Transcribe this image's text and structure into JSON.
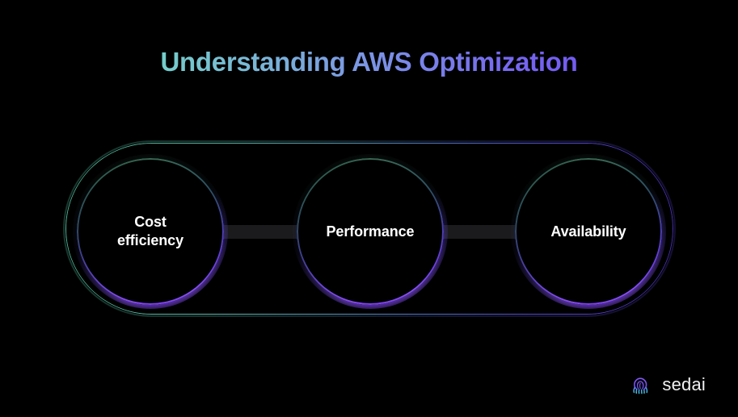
{
  "background_color": "#000000",
  "title": {
    "text": "Understanding AWS Optimization",
    "gradient_start": "#6fdcbb",
    "gradient_end": "#6d4bf2"
  },
  "diagram": {
    "container_shape": "pill",
    "container_border_gradient_start": "#55c6a3",
    "container_border_gradient_end": "#5b3fd8",
    "node_ring_accent": "#7b3ff0",
    "node_ring_secondary": "#3a6a55",
    "connector_color": "#1b1b1d",
    "nodes": [
      {
        "label": "Cost\nefficiency"
      },
      {
        "label": "Performance"
      },
      {
        "label": "Availability"
      }
    ],
    "connectors": [
      {
        "from": "Cost efficiency",
        "to": "Performance"
      },
      {
        "from": "Performance",
        "to": "Availability"
      }
    ]
  },
  "brand": {
    "name": "sedai",
    "mark_color_top": "#7b4ff0",
    "mark_color_bottom": "#3fd2e6"
  }
}
